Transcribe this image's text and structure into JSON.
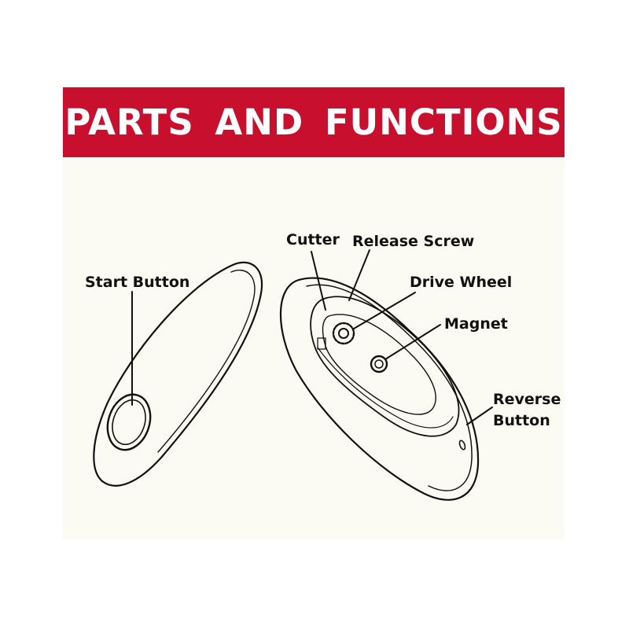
{
  "header": {
    "title": "PARTS AND FUNCTIONS",
    "background_color": "#c8102e",
    "text_color": "#ffffff"
  },
  "panel": {
    "background_color": "#fcfbf3"
  },
  "labels": {
    "start_button": "Start Button",
    "cutter": "Cutter",
    "release_screw": "Release Screw",
    "drive_wheel": "Drive Wheel",
    "magnet": "Magnet",
    "reverse_button_line1": "Reverse",
    "reverse_button_line2": "Button"
  }
}
